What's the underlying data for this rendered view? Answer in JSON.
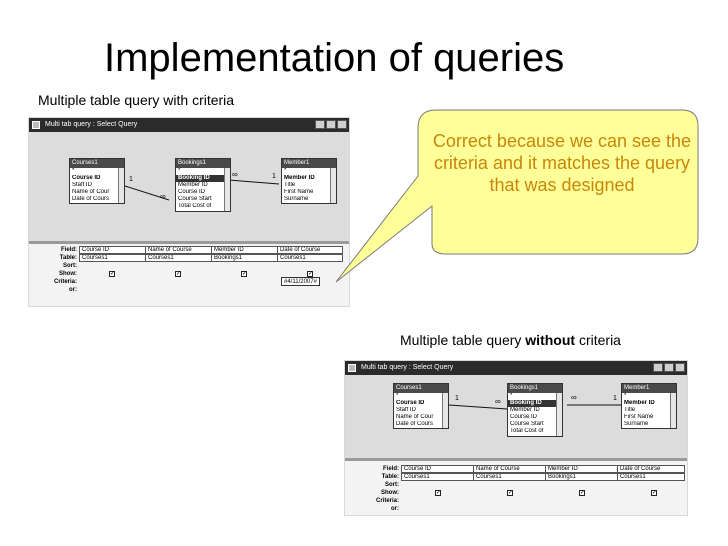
{
  "slide": {
    "title": "Implementation of queries",
    "caption_with": "Multiple table query with criteria",
    "caption_without_pre": "Multiple table query ",
    "caption_without_bold": "without",
    "caption_without_post": " criteria",
    "bubble": "Correct because we can see the criteria and it matches the query that was designed",
    "bubble_fill": "#ffff99",
    "bubble_text_color": "#c8860a"
  },
  "window": {
    "title": "Multi tab query : Select Query"
  },
  "field_lists": {
    "courses": {
      "name": "Courses1",
      "fields": [
        "*",
        "Course ID",
        "Staff ID",
        "Name of Cour",
        "Date of Cours"
      ]
    },
    "bookings": {
      "name": "Bookings1",
      "fields": [
        "*",
        "Booking ID",
        "Member ID",
        "Course ID",
        "Course Start",
        "Total Cost of"
      ]
    },
    "members": {
      "name": "Member1",
      "fields": [
        "*",
        "Member ID",
        "Title",
        "First Name",
        "Surname"
      ]
    }
  },
  "relation_labels": {
    "one": "1",
    "many": "∞"
  },
  "grid": {
    "row_labels": [
      "Field:",
      "Table:",
      "Sort:",
      "Show:",
      "Criteria:",
      "or:"
    ],
    "columns": [
      {
        "field": "Course ID",
        "table": "Courses1"
      },
      {
        "field": "Name of Course",
        "table": "Courses1"
      },
      {
        "field": "Member ID",
        "table": "Bookings1"
      },
      {
        "field": "Date of Course",
        "table": "Courses1"
      }
    ],
    "check": "✓",
    "criteria_value": "#4/11/2007#"
  }
}
